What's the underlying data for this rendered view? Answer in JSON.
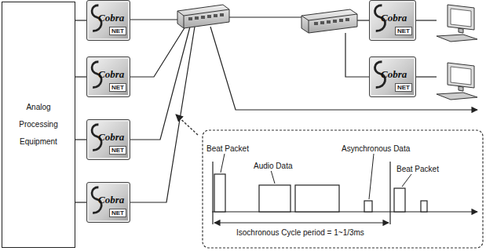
{
  "diagram": {
    "nodes": [
      {
        "text": [
          "Analog Processing Equipment"
        ]
      },
      {
        "text": [
          "Cobra",
          "NET"
        ]
      },
      {
        "text": [
          "Cobra",
          "NET"
        ]
      },
      {
        "text": [
          "Cobra",
          "NET"
        ]
      },
      {
        "text": [
          "Cobra",
          "NET"
        ]
      },
      {
        "text": [
          "Cobra",
          "NET"
        ]
      },
      {
        "text": [
          "Cobra",
          "NET"
        ]
      }
    ],
    "edges": [
      {
        "from": 0,
        "to": 1,
        "arrow": "none"
      },
      {
        "from": 0,
        "to": 2,
        "arrow": "none"
      },
      {
        "from": 0,
        "to": 3,
        "arrow": "none"
      },
      {
        "from": 0,
        "to": 4,
        "arrow": "none"
      }
    ],
    "labels": [
      "Beat Packet",
      "Audio Data",
      "Asynchronous Data",
      "Beat Packet",
      "Isochronous Cycle period = 1~1/3ms"
    ]
  }
}
